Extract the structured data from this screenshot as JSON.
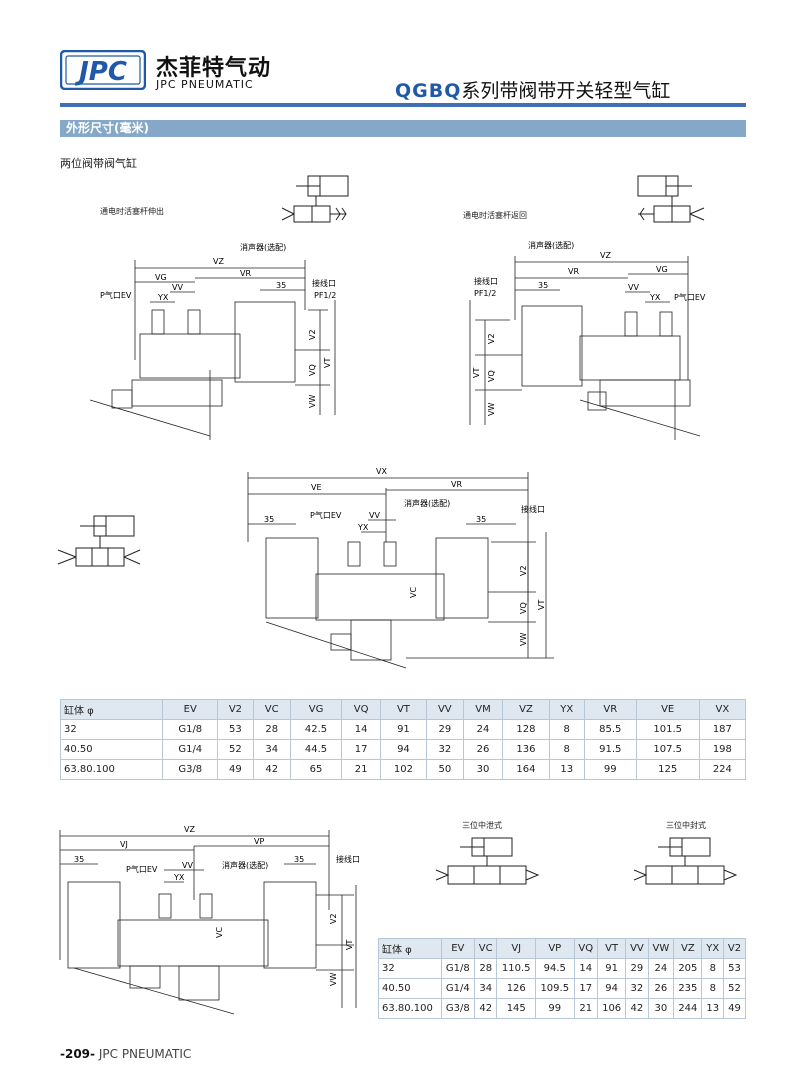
{
  "header": {
    "logo_text": "JPC",
    "brand_cn": "杰菲特气动",
    "brand_en": "JPC PNEUMATIC",
    "title_code": "QGBQ",
    "title_rest": "系列带阀带开关轻型气缸",
    "accent": "#3f6fb5"
  },
  "section": {
    "title": "外形尺寸(毫米)",
    "subtitle": "两位阀带阀气缸"
  },
  "drawings": {
    "d1": {
      "caption": "通电时活塞杆伸出",
      "labels": {
        "vz": "VZ",
        "vg": "VG",
        "vr": "VR",
        "vv": "VV",
        "yx": "YX",
        "p": "P气口EV",
        "muffler": "消声器(选配)",
        "connector": "接线口",
        "pf": "PF1/2",
        "d35": "35",
        "v2": "V2",
        "vq": "VQ",
        "vt": "VT",
        "vw": "VW"
      }
    },
    "d2": {
      "caption": "通电时活塞杆返回",
      "labels": {
        "vz": "VZ",
        "vg": "VG",
        "vr": "VR",
        "vv": "VV",
        "yx": "YX",
        "p": "P气口EV",
        "muffler": "消声器(选配)",
        "connector": "接线口",
        "pf": "PF1/2",
        "d35": "35",
        "v2": "V2",
        "vq": "VQ",
        "vt": "VT",
        "vw": "VW"
      }
    },
    "d3": {
      "labels": {
        "vx": "VX",
        "ve": "VE",
        "vr": "VR",
        "vv": "VV",
        "yx": "YX",
        "p": "P气口EV",
        "muffler": "消声器(选配)",
        "connector": "接线口",
        "d35a": "35",
        "d35b": "35",
        "vc": "VC",
        "v2": "V2",
        "vq": "VQ",
        "vt": "VT",
        "vw": "VW"
      }
    },
    "d4": {
      "labels": {
        "vz": "VZ",
        "vj": "VJ",
        "vp": "VP",
        "vv": "VV",
        "yx": "YX",
        "p": "P气口EV",
        "muffler": "消声器(选配)",
        "connector": "接线口",
        "d35a": "35",
        "d35b": "35",
        "vc": "VC",
        "v2": "V2",
        "vt": "VT",
        "vw": "VW"
      }
    },
    "sym_exhaust": "三位中泄式",
    "sym_closed": "三位中封式"
  },
  "table1": {
    "headers": [
      "缸体 φ",
      "EV",
      "V2",
      "VC",
      "VG",
      "VQ",
      "VT",
      "VV",
      "VM",
      "VZ",
      "YX",
      "VR",
      "VE",
      "VX"
    ],
    "rows": [
      [
        "32",
        "G1/8",
        "53",
        "28",
        "42.5",
        "14",
        "91",
        "29",
        "24",
        "128",
        "8",
        "85.5",
        "101.5",
        "187"
      ],
      [
        "40.50",
        "G1/4",
        "52",
        "34",
        "44.5",
        "17",
        "94",
        "32",
        "26",
        "136",
        "8",
        "91.5",
        "107.5",
        "198"
      ],
      [
        "63.80.100",
        "G3/8",
        "49",
        "42",
        "65",
        "21",
        "102",
        "50",
        "30",
        "164",
        "13",
        "99",
        "125",
        "224"
      ]
    ]
  },
  "table2": {
    "headers": [
      "缸体 φ",
      "EV",
      "VC",
      "VJ",
      "VP",
      "VQ",
      "VT",
      "VV",
      "VW",
      "VZ",
      "YX",
      "V2"
    ],
    "rows": [
      [
        "32",
        "G1/8",
        "28",
        "110.5",
        "94.5",
        "14",
        "91",
        "29",
        "24",
        "205",
        "8",
        "53"
      ],
      [
        "40.50",
        "G1/4",
        "34",
        "126",
        "109.5",
        "17",
        "94",
        "32",
        "26",
        "235",
        "8",
        "52"
      ],
      [
        "63.80.100",
        "G3/8",
        "42",
        "145",
        "99",
        "21",
        "106",
        "42",
        "30",
        "244",
        "13",
        "49"
      ]
    ]
  },
  "footer": {
    "page": "-209-",
    "brand": "JPC PNEUMATIC"
  }
}
